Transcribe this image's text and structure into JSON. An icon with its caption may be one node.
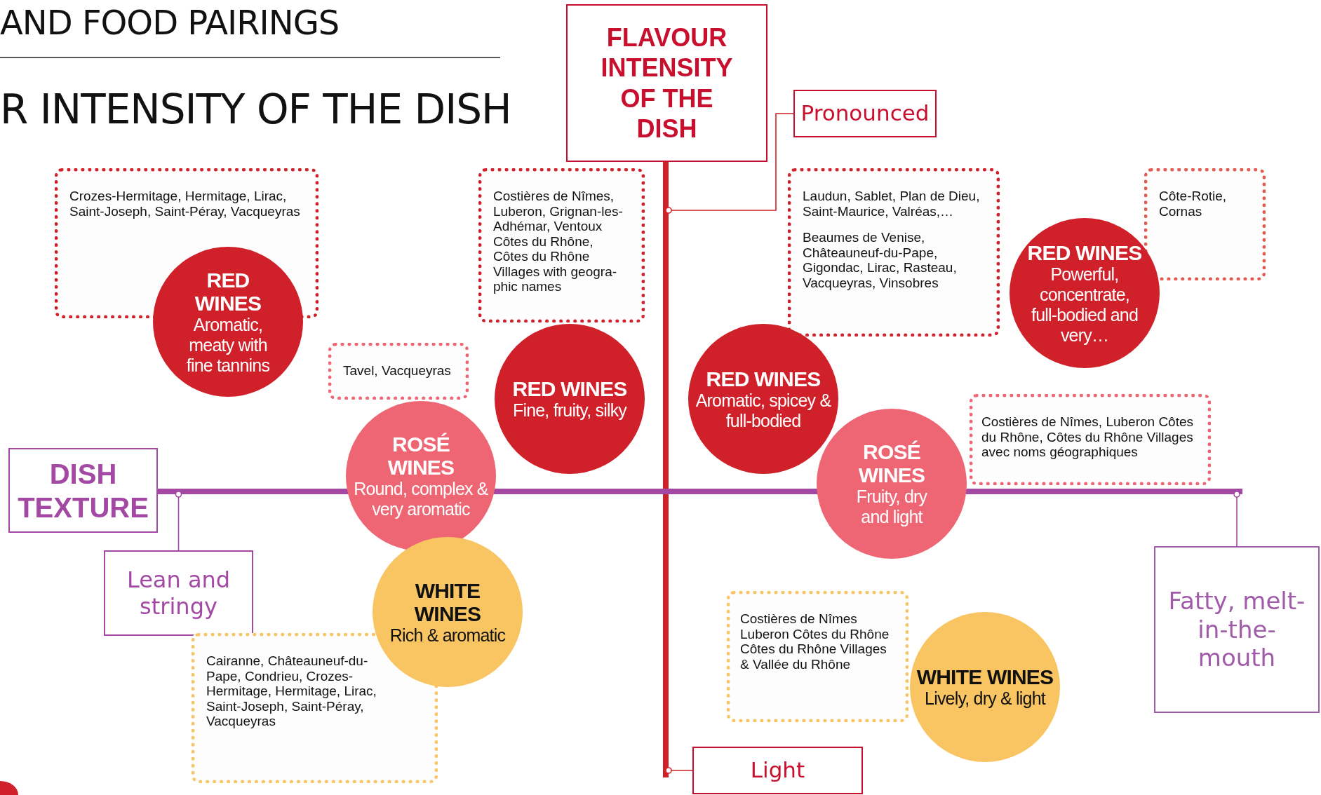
{
  "diagram": {
    "title": "AND FOOD PAIRINGS",
    "nodes": [
      {
        "text": [
          "FLAVOUR INTENSITY OF THE DISH"
        ]
      },
      {
        "text": [
          "Pronounced"
        ]
      },
      {
        "text": [
          "Crozes-Hermitage, Hermitage, Lirac, Saint-Joseph, Saint-Péray, Vacqueyras"
        ]
      },
      {
        "text": [
          "Costières de Nîmes, Luberon, Grignan-les-Adhémar, Ventoux Côtes du Rhône, Côtes du Rhône Villages with geogra-phic names"
        ]
      },
      {
        "text": [
          "Laudun, Sablet, Plan de Dieu, Saint-Maurice, Valréas,…",
          "Beaumes de Venise, Châteauneuf-du-Pape, Gigondac, Lirac, Rasteau, Vacqueyras, Vinsobres"
        ]
      },
      {
        "text": [
          "Côte-Rotie, Cornas"
        ]
      },
      {
        "text": [
          "RED WINES",
          "Powerful, concentrate, full-bodied and very…"
        ]
      },
      {
        "text": [
          "RED WINES",
          "Aromatic, meaty with fine tannins"
        ]
      },
      {
        "text": [
          "Tavel, Vacqueyras"
        ]
      },
      {
        "text": [
          "RED WINES",
          "Fine, fruity, silky"
        ]
      },
      {
        "text": [
          "RED WINES",
          "Aromatic, spicey & full-bodied"
        ]
      },
      {
        "text": [
          "Costières de Nîmes, Luberon Côtes du Rhône, Côtes du Rhône Villages avec noms géographiques"
        ]
      },
      {
        "text": [
          "ROSÉ WINES",
          "Round, complex & very aromatic"
        ]
      },
      {
        "text": [
          "ROSÉ WINES",
          "Fruity, dry and light"
        ]
      },
      {
        "text": [
          "DISH TEXTURE"
        ]
      },
      {
        "text": [
          "Lean and stringy"
        ]
      },
      {
        "text": [
          "WHITE WINES",
          "Rich & aromatic"
        ]
      },
      {
        "text": [
          "Fatty, melt-in-the-mouth"
        ]
      },
      {
        "text": [
          "Costières de Nîmes Luberon Côtes du Rhône Côtes du Rhône Villages & Vallée du Rhône"
        ]
      },
      {
        "text": [
          "Cairanne, Châteauneuf-du-Pape, Condrieu, Crozes-Hermitage, Hermitage, Lirac, Saint-Joseph, Saint-Péray, Vacqueyras"
        ]
      },
      {
        "text": [
          "WHITE WINES",
          "Lively, dry & light"
        ]
      },
      {
        "text": [
          "Light"
        ]
      },
      {
        "text": [],
        "shape": "bar"
      },
      {
        "text": [],
        "shape": "bar"
      }
    ],
    "edges": [
      {
        "from": 1,
        "to": 22,
        "arrow": "other"
      },
      {
        "from": 15,
        "to": 23,
        "arrow": "other",
        "color": "#a349a4"
      },
      {
        "from": 17,
        "to": 23,
        "arrow": "other",
        "color": "#a349a4"
      },
      {
        "from": 21,
        "to": 22,
        "arrow": "other"
      }
    ],
    "labels": [
      "R INTENSITY OF THE DISH"
    ]
  }
}
